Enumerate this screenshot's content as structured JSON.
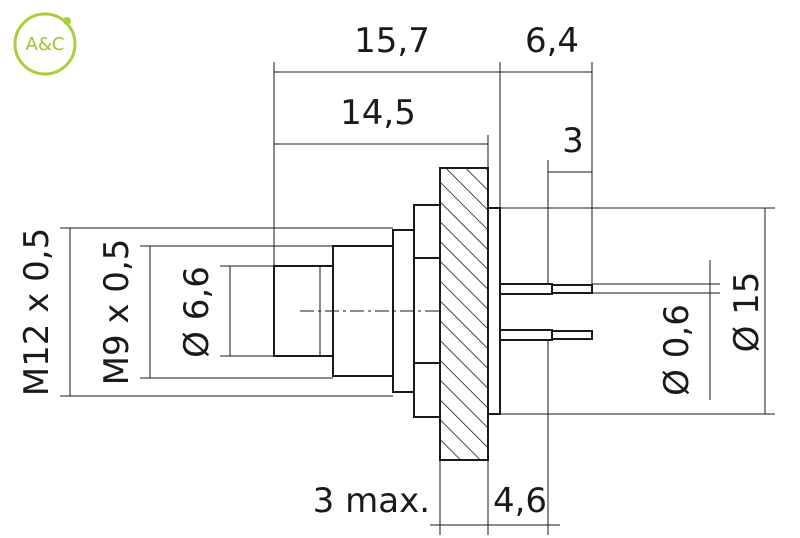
{
  "logo": {
    "text": "A&C",
    "color": "#a9cf3a"
  },
  "dimensions": {
    "overall_length": "15,7",
    "pin_length": "6,4",
    "body_length": "14,5",
    "pin_spacing": "3",
    "thread_outer": "M12 x 0,5",
    "thread_inner": "M9 x 0,5",
    "front_diameter": "Ø 6,6",
    "pin_diameter": "Ø 0,6",
    "flange_diameter": "Ø 15",
    "panel_thickness": "3 max.",
    "rear_length": "4,6"
  }
}
